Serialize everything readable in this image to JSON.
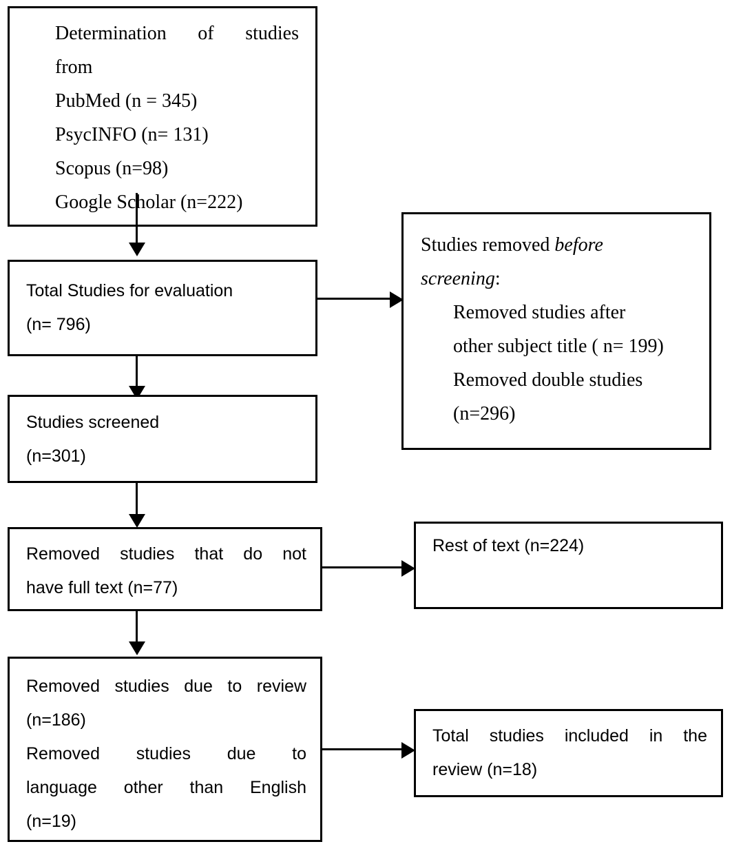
{
  "diagram": {
    "title": "PRISMA study selection flow diagram",
    "boxes": {
      "sources": {
        "line1": "Determination  of  studies",
        "line2": "from",
        "line3": "PubMed (n = 345)",
        "line4": "PsycINFO (n= 131)",
        "line5": "Scopus (n=98)",
        "line6": "Google Scholar (n=222)"
      },
      "total_studies": {
        "line1": "Total Studies for evaluation",
        "line2": "(n= 796)"
      },
      "removed_before_screening": {
        "line1_prefix": "Studies removed ",
        "line1_italic": "before",
        "line2_italic": "screening",
        "line2_suffix": ":",
        "line3": "Removed studies after",
        "line4": "other subject title ( n= 199)",
        "line5": "Removed double studies",
        "line6": "(n=296)"
      },
      "studies_screened": {
        "line1": "Studies screened",
        "line2": "(n=301)"
      },
      "removed_no_full_text": {
        "line1": "Removed studies that do not",
        "line2": "have full text (n=77)"
      },
      "rest_of_text": {
        "line1": "Rest of text (n=224)"
      },
      "removed_review_language": {
        "line1": "Removed studies due to review",
        "line2": "(n=186)",
        "line3": "Removed studies due to",
        "line4": "language other than English",
        "line5": "(n=19)"
      },
      "included": {
        "line1": "Total studies included in the",
        "line2": "review (n=18)"
      }
    },
    "counts": {
      "pubmed": 345,
      "psycinfo": 131,
      "scopus": 98,
      "google_scholar": 222,
      "total_for_evaluation": 796,
      "removed_other_subject_title": 199,
      "removed_double_studies": 296,
      "screened": 301,
      "removed_no_full_text": 77,
      "rest_of_text": 224,
      "removed_due_to_review": 186,
      "removed_due_to_language": 19,
      "included_in_review": 18
    },
    "colors": {
      "border": "#000000",
      "background": "#ffffff",
      "text": "#000000"
    }
  }
}
